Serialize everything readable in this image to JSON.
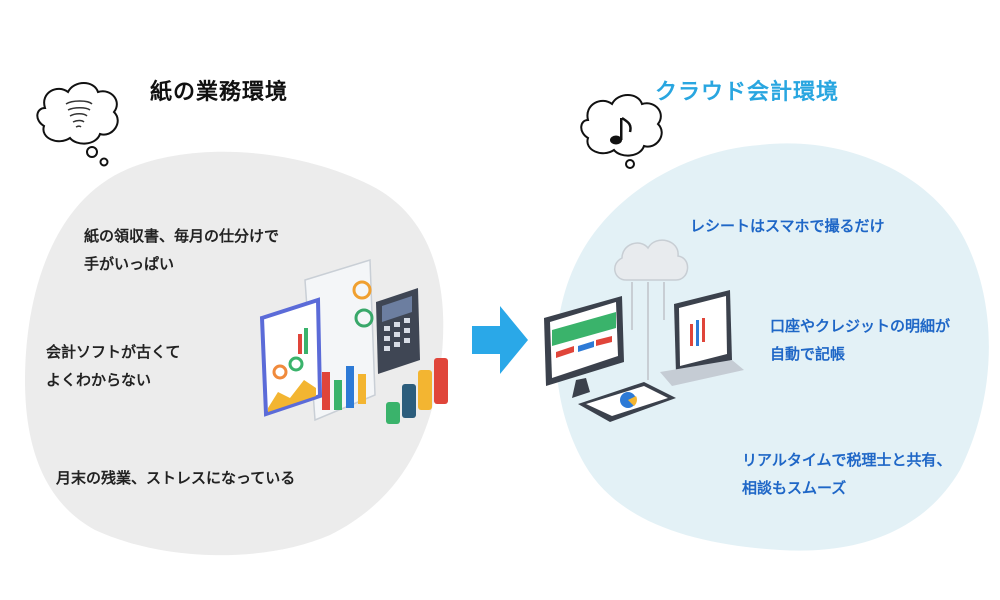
{
  "left": {
    "title": "紙の業務環境",
    "items": [
      {
        "lines": [
          "紙の領収書、毎月の仕分けで",
          "手がいっぱい"
        ]
      },
      {
        "lines": [
          "会計ソフトが古くて",
          "よくわからない"
        ]
      },
      {
        "lines": [
          "月末の残業、ストレスになっている"
        ]
      }
    ],
    "bubble_icon": "spiral-icon",
    "blob_color": "#ececec"
  },
  "right": {
    "title": "クラウド会計環境",
    "items": [
      {
        "lines": [
          "レシートはスマホで撮るだけ"
        ]
      },
      {
        "lines": [
          "口座やクレジットの明細が",
          "自動で記帳"
        ]
      },
      {
        "lines": [
          "リアルタイムで税理士と共有、",
          "相談もスムーズ"
        ]
      }
    ],
    "bubble_icon": "music-note-icon",
    "blob_color": "#e3f1f6"
  },
  "arrow_color": "#2aa8e8"
}
